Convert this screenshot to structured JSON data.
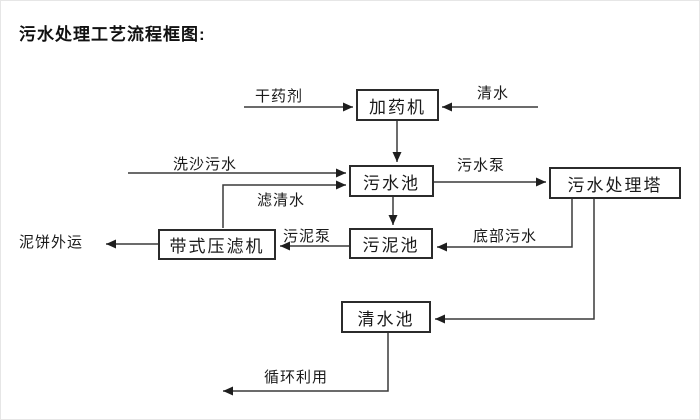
{
  "title": "污水处理工艺流程框图:",
  "colors": {
    "background": "#ffffff",
    "line": "#3a3a3a",
    "box_border": "#2b2b2b",
    "text": "#1a1a1a"
  },
  "diagram": {
    "nodes": {
      "dosing_machine": {
        "label": "加药机"
      },
      "sewage_pool": {
        "label": "污水池"
      },
      "treatment_tower": {
        "label": "污水处理塔"
      },
      "belt_filter_press": {
        "label": "带式压滤机"
      },
      "sludge_pool": {
        "label": "污泥池"
      },
      "clear_water_pool": {
        "label": "清水池"
      }
    },
    "edge_labels": {
      "dry_agent": "干药剂",
      "clear_water": "清水",
      "sand_washing_sewage": "洗沙污水",
      "filtered_water": "滤清水",
      "sewage_pump": "污水泵",
      "sludge_pump": "污泥泵",
      "bottom_sewage": "底部污水",
      "mud_cake_out": "泥饼外运",
      "recycle": "循环利用"
    },
    "edges": [
      {
        "from": "dry_agent_input",
        "to": "dosing_machine",
        "label": "干药剂"
      },
      {
        "from": "clear_water_input",
        "to": "dosing_machine",
        "label": "清水"
      },
      {
        "from": "dosing_machine",
        "to": "sewage_pool",
        "label": ""
      },
      {
        "from": "sand_washing_input",
        "to": "sewage_pool",
        "label": "洗沙污水"
      },
      {
        "from": "belt_filter_press",
        "to": "sewage_pool",
        "label": "滤清水"
      },
      {
        "from": "sewage_pool",
        "to": "treatment_tower",
        "label": "污水泵"
      },
      {
        "from": "sewage_pool",
        "to": "sludge_pool",
        "label": ""
      },
      {
        "from": "treatment_tower",
        "to": "sludge_pool",
        "label": "底部污水"
      },
      {
        "from": "sludge_pool",
        "to": "belt_filter_press",
        "label": "污泥泵"
      },
      {
        "from": "belt_filter_press",
        "to": "mud_cake_output",
        "label": "泥饼外运"
      },
      {
        "from": "treatment_tower",
        "to": "clear_water_pool",
        "label": ""
      },
      {
        "from": "clear_water_pool",
        "to": "recycle_output",
        "label": "循环利用"
      }
    ]
  }
}
